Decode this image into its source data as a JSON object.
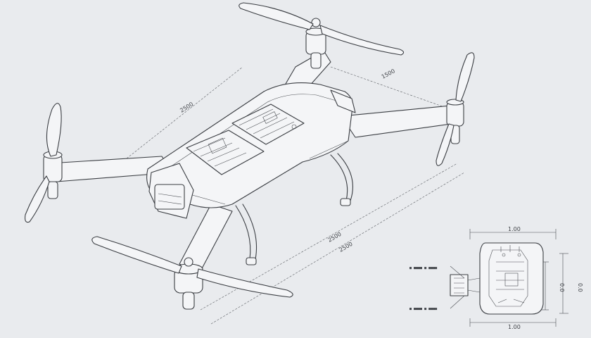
{
  "drawing": {
    "dimensions": {
      "top_span": "2500",
      "right_arm": "1500",
      "lower_left": "2500",
      "lower_right": "2500"
    },
    "detail": {
      "width_top": "1.00",
      "width_bottom": "1.00",
      "height_right_1": "0.0",
      "height_right_2": "0.0",
      "note_1": "■ ■■■■ ■ ■■■■",
      "note_2": "■ ■■■■ ■ ■■■■"
    }
  }
}
